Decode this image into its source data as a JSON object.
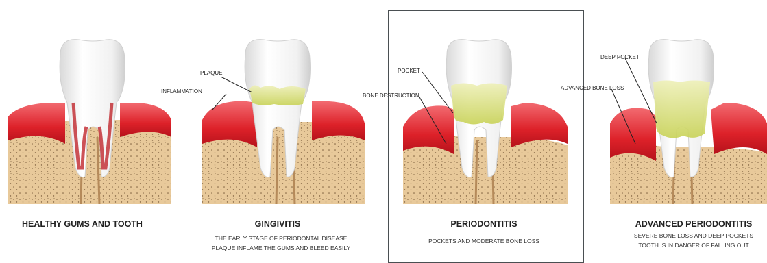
{
  "panels": [
    {
      "title": "HEALTHY GUMS AND TOOTH",
      "description": [],
      "labels": []
    },
    {
      "title": "GINGIVITIS",
      "description": [
        "THE EARLY STAGE OF PERIODONTAL DISEASE",
        "PLAQUE INFLAME THE GUMS AND BLEED EASILY"
      ],
      "labels": [
        "PLAQUE",
        "INFLAMMATION"
      ]
    },
    {
      "title": "PERIODONTITIS",
      "description": [
        "POCKETS AND MODERATE BONE LOSS"
      ],
      "labels": [
        "POCKET",
        "BONE DESTRUCTION"
      ]
    },
    {
      "title": "ADVANCED PERIODONTITIS",
      "description": [
        "SEVERE BONE LOSS AND DEEP POCKETS",
        "TOOTH IS IN DANGER OF FALLING OUT"
      ],
      "labels": [
        "DEEP POCKET",
        "ADVANCED BONE LOSS"
      ]
    }
  ],
  "colors": {
    "gum": "#e0252e",
    "gum_light": "#f47a7e",
    "bone": "#e8c99a",
    "bone_dots": "#8a6a45",
    "plaque": "#d7e07a",
    "tooth": "#f4f4f4",
    "frame": "#4a4f52"
  }
}
